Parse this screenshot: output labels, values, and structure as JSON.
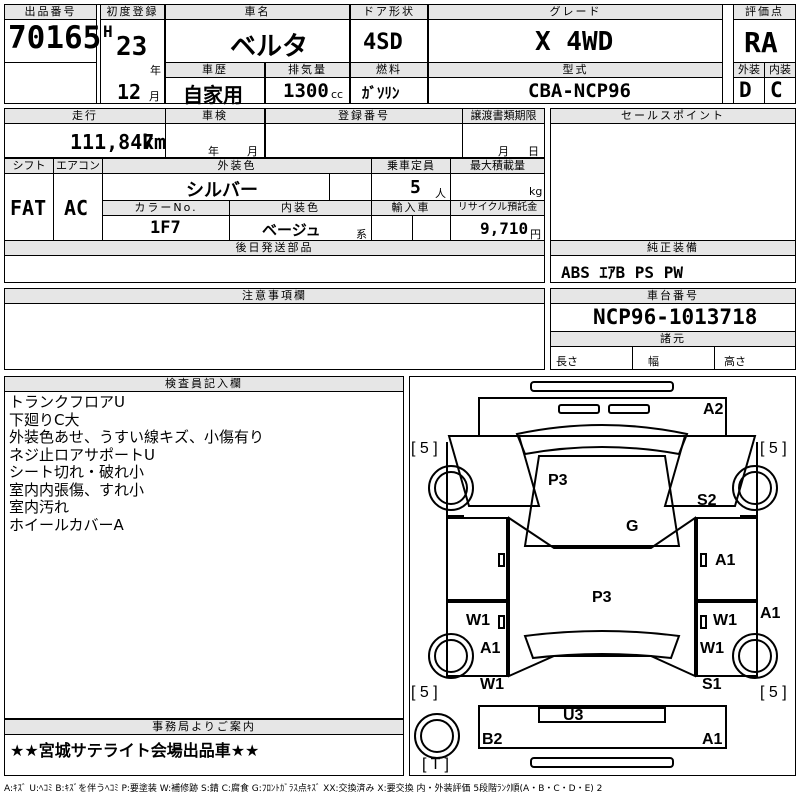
{
  "header": {
    "lot_no_label": "出品番号",
    "lot_no": "70165",
    "first_reg_label": "初度登録",
    "era": "H",
    "year": "23",
    "year_unit": "年",
    "month": "12",
    "month_unit": "月",
    "car_name_label": "車名",
    "car_name": "ベルタ",
    "door_label": "ドア形状",
    "door": "4SD",
    "grade_label": "グレード",
    "grade": "X 4WD",
    "score_label": "評価点",
    "score": "RA",
    "history_label": "車歴",
    "history": "自家用",
    "displacement_label": "排気量",
    "displacement": "1300",
    "displacement_unit": "cc",
    "fuel_label": "燃料",
    "fuel": "ｶﾞｿﾘﾝ",
    "model_label": "型式",
    "model": "CBA-NCP96",
    "exterior_label": "外装",
    "exterior": "D",
    "interior_label": "内装",
    "interior": "C"
  },
  "row2": {
    "mileage_label": "走行",
    "mileage": "111,847",
    "mileage_unit": "km",
    "inspection_label": "車検",
    "inspection_year_unit": "年",
    "inspection_month_unit": "月",
    "reg_no_label": "登録番号",
    "transfer_label": "譲渡書類期限",
    "transfer_month_unit": "月",
    "transfer_day_unit": "日",
    "sales_points_label": "セールスポイント"
  },
  "row3": {
    "shift_label": "シフト",
    "shift": "FAT",
    "ac_label": "エアコン",
    "ac": "AC",
    "ext_color_label": "外装色",
    "ext_color": "シルバー",
    "capacity_label": "乗車定員",
    "capacity": "5",
    "capacity_unit": "人",
    "max_load_label": "最大積載量",
    "max_load_unit": "kg",
    "color_no_label": "カラーNo.",
    "color_no": "1F7",
    "int_color_label": "内装色",
    "int_color": "ベージュ",
    "int_color_unit": "系",
    "import_label": "輸入車",
    "recycle_label": "リサイクル預託金",
    "recycle": "9,710",
    "recycle_unit": "円",
    "later_parts_label": "後日発送部品",
    "genuine_equip_label": "純正装備",
    "genuine_equip": "ABS ｴｱB PS PW"
  },
  "notes_section": {
    "caution_label": "注意事項欄",
    "chassis_label": "車台番号",
    "chassis": "NCP96-1013718",
    "specs_label": "諸元",
    "length_label": "長さ",
    "width_label": "幅",
    "height_label": "高さ"
  },
  "inspector": {
    "label": "検査員記入欄",
    "lines": [
      "トランクフロアU",
      "下廻りC大",
      "外装色あせ、うすい線キズ、小傷有り",
      "ネジ止ロアサポートU",
      "シート切れ・破れ小",
      "室内内張傷、すれ小",
      "室内汚れ",
      "ホイールカバーA"
    ]
  },
  "office": {
    "label": "事務局よりご案内",
    "message": "★★宮城サテライト会場出品車★★"
  },
  "diagram": {
    "labels": {
      "a2": "A2",
      "p3_top": "P3",
      "s2": "S2",
      "g": "G",
      "a1_r": "A1",
      "p3_mid": "P3",
      "w1_l": "W1",
      "w1_r": "W1",
      "a1_far_r": "A1",
      "a1_l": "A1",
      "w1_r2": "W1",
      "w1_l2": "W1",
      "s1": "S1",
      "u3": "U3",
      "b2": "B2",
      "a1_bottom": "A1"
    },
    "tires": {
      "tl": "[ 5 ]",
      "tr": "[ 5 ]",
      "bl": "[ 5 ]",
      "br": "[ 5 ]",
      "spare": "[ T ]"
    }
  },
  "legend": "A:ｷｽﾞ U:ﾍｺﾐ B:ｷｽﾞを伴うﾍｺﾐ P:要塗装 W:補修跡 S:錆 C:腐食 G:ﾌﾛﾝﾄｶﾞﾗｽ点ｷｽﾞ XX:交換済み X:要交換 内・外装評価 5段階ﾗﾝｸ順(A・B・C・D・E) 2"
}
